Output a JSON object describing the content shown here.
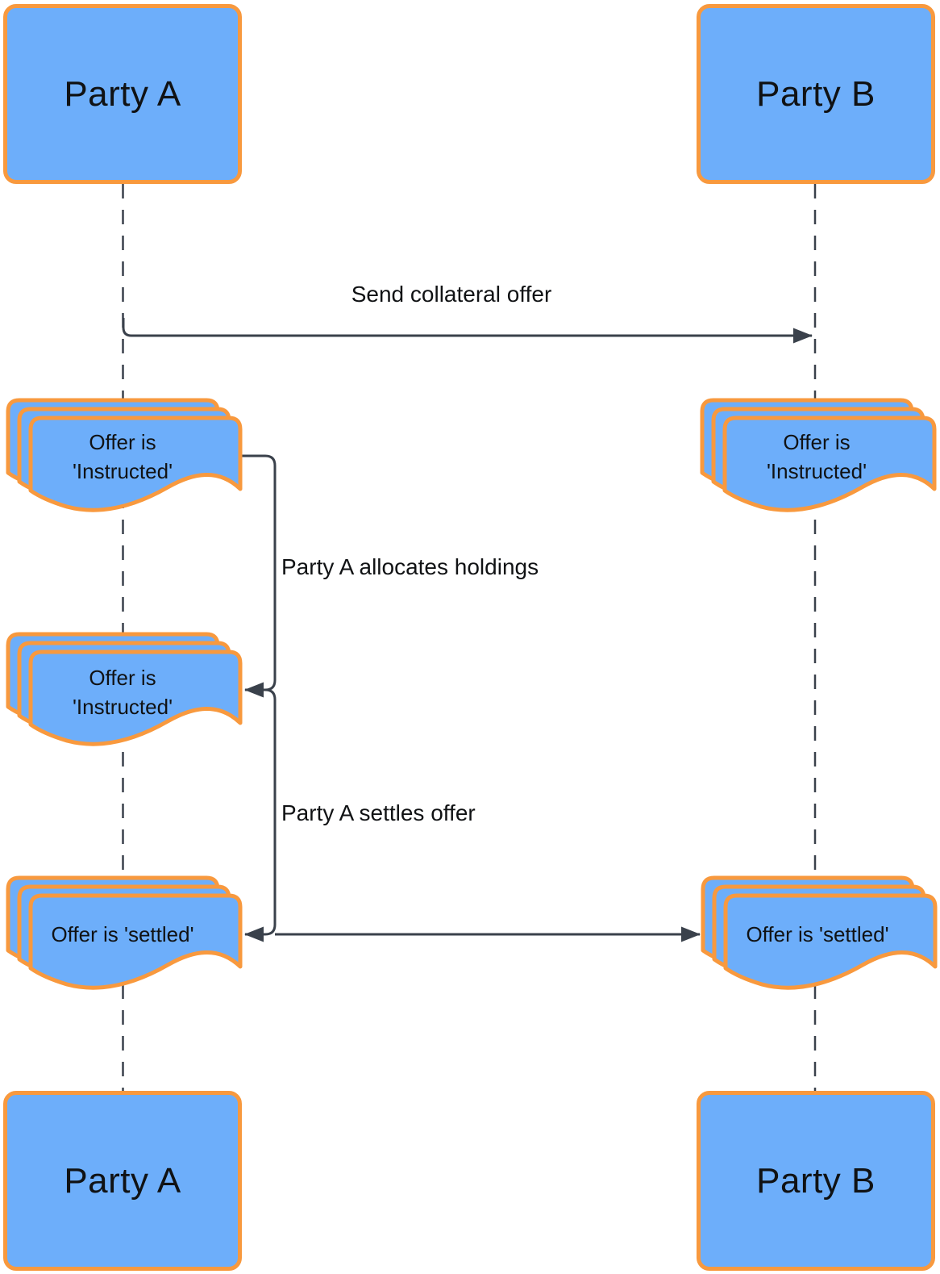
{
  "colors": {
    "shape_fill": "#6DAEFA",
    "shape_border": "#F8993E",
    "connector": "#3A414B",
    "text": "#101214",
    "background": "#FFFFFF"
  },
  "actors": {
    "top_left": {
      "label": "Party A"
    },
    "top_right": {
      "label": "Party B"
    },
    "bottom_left": {
      "label": "Party A"
    },
    "bottom_right": {
      "label": "Party B"
    }
  },
  "messages": {
    "send_collateral_offer": {
      "label": "Send collateral offer"
    },
    "allocate_holdings": {
      "label": "Party A allocates holdings"
    },
    "settle_offer": {
      "label": "Party A settles offer"
    }
  },
  "documents": {
    "party_a_instructed_1": {
      "line1": "Offer is",
      "line2": "'Instructed'"
    },
    "party_b_instructed": {
      "line1": "Offer is",
      "line2": "'Instructed'"
    },
    "party_a_instructed_2": {
      "line1": "Offer is",
      "line2": "'Instructed'"
    },
    "party_a_settled": {
      "line1": "Offer is 'settled'"
    },
    "party_b_settled": {
      "line1": "Offer is 'settled'"
    }
  }
}
